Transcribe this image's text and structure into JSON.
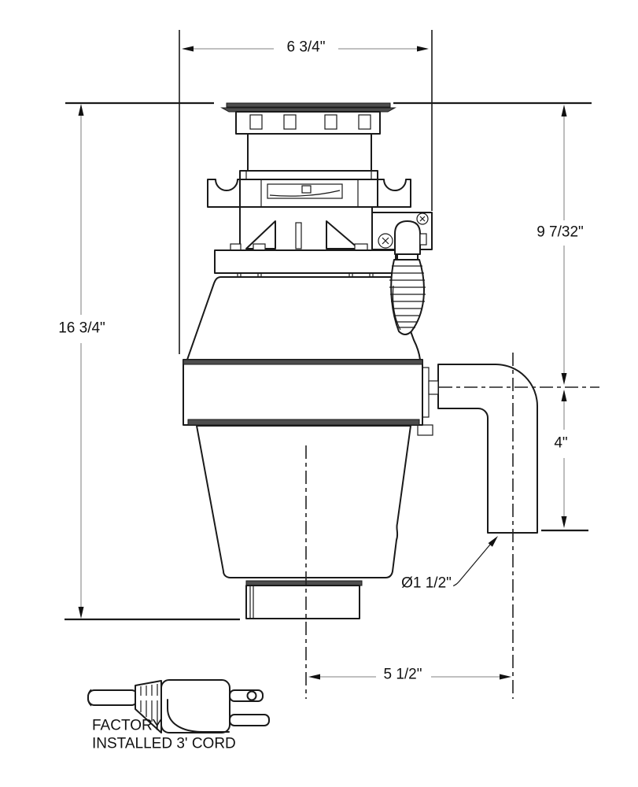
{
  "figure": {
    "kind": "technical dimension drawing"
  },
  "dimensions": {
    "top_width": "6 3/4\"",
    "overall_height": "16 3/4\"",
    "flange_to_outlet_centerline": "9 7/32\"",
    "outlet_centerline_to_elbow_end": "4\"",
    "elbow_diameter": "Ø1 1/2\"",
    "body_center_to_elbow_center": "5 1/2\""
  },
  "cord_note": {
    "line1": "FACTORY",
    "line2": "INSTALLED 3' CORD"
  },
  "colors": {
    "object_line": "#1a1a1a",
    "dimension_line": "#9a9a9a",
    "dark_fill": "#4d4d4d",
    "background": "#ffffff"
  }
}
